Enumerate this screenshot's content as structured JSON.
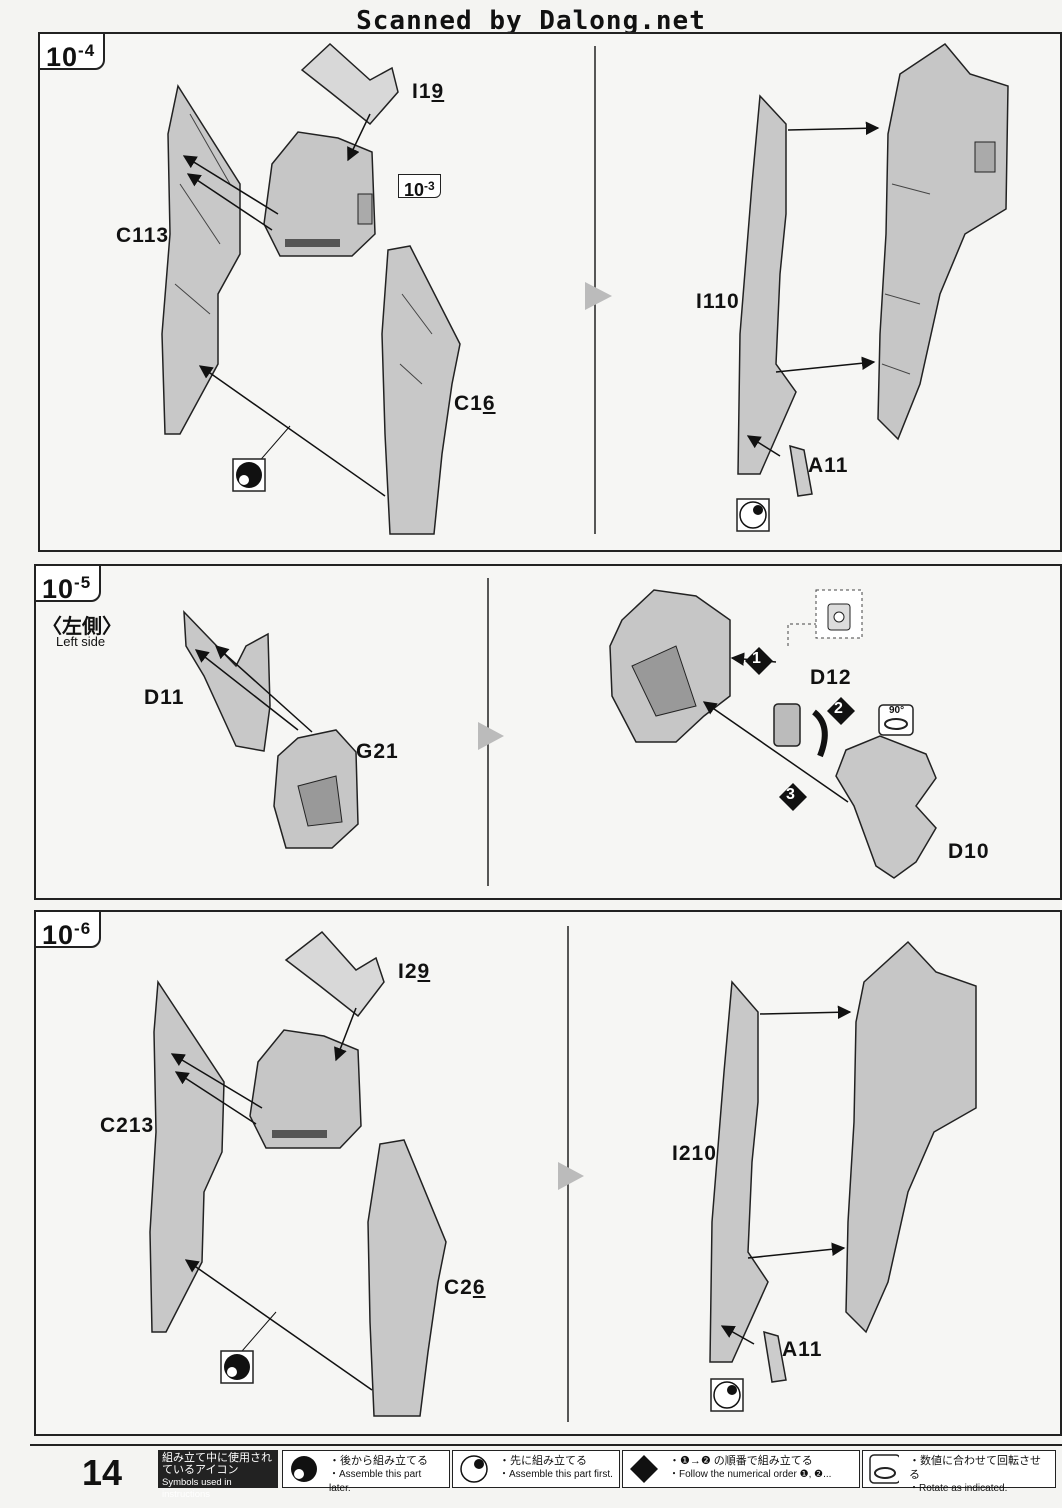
{
  "watermark": "Scanned by Dalong.net",
  "steps": {
    "s4": {
      "tag_main": "10",
      "tag_sub": "-4",
      "ref_main": "10",
      "ref_sub": "-3",
      "parts_left": [
        {
          "letter": "I1",
          "num": "9"
        },
        {
          "letter": "C1",
          "num": "13"
        },
        {
          "letter": "C1",
          "num": "6"
        }
      ],
      "parts_right": [
        {
          "letter": "I1",
          "num": "10"
        },
        {
          "letter": "A",
          "num": "11"
        }
      ]
    },
    "s5": {
      "tag_main": "10",
      "tag_sub": "-5",
      "side_jp": "〈左側〉",
      "side_en": "Left side",
      "parts_left": [
        {
          "letter": "D",
          "num": "11"
        },
        {
          "letter": "G",
          "num": "21"
        }
      ],
      "parts_right": [
        {
          "letter": "D",
          "num": "12"
        },
        {
          "letter": "D",
          "num": "10"
        }
      ],
      "order": [
        "1",
        "2",
        "3"
      ],
      "rotate": "90°"
    },
    "s6": {
      "tag_main": "10",
      "tag_sub": "-6",
      "parts_left": [
        {
          "letter": "I2",
          "num": "9"
        },
        {
          "letter": "C2",
          "num": "13"
        },
        {
          "letter": "C2",
          "num": "6"
        }
      ],
      "parts_right": [
        {
          "letter": "I2",
          "num": "10"
        },
        {
          "letter": "A",
          "num": "11"
        }
      ]
    }
  },
  "footer": {
    "page_number": "14",
    "legend_title_jp": "組み立て中に使用されているアイコン",
    "legend_title_en": "Symbols used in instructions",
    "legend": [
      {
        "icon": "assemble-later-icon",
        "jp": "・後から組み立てる",
        "en": "・Assemble this part later."
      },
      {
        "icon": "assemble-first-icon",
        "jp": "・先に組み立てる",
        "en": "・Assemble this part first."
      },
      {
        "icon": "numerical-order-icon",
        "jp": "・❶→❷ の順番で組み立てる",
        "en": "・Follow the numerical order ❶, ❷..."
      },
      {
        "icon": "rotate-90-icon",
        "jp": "・数値に合わせて回転させる",
        "en": "・Rotate as indicated."
      }
    ]
  }
}
